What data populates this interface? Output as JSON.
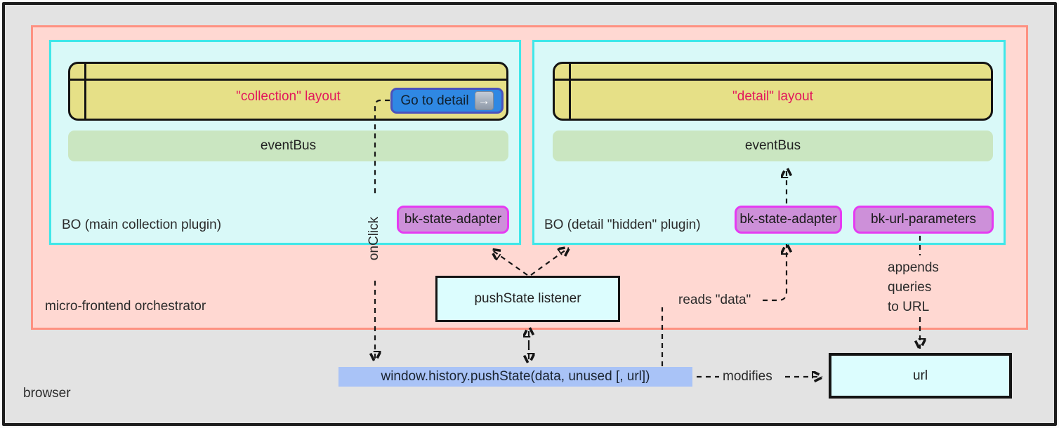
{
  "browser": {
    "label": "browser"
  },
  "orchestrator": {
    "label": "micro-frontend orchestrator"
  },
  "plugins": {
    "collection": {
      "bo_label": "BO (main collection plugin)",
      "layout_label": "\"collection\" layout",
      "event_bus": "eventBus",
      "adapter": "bk-state-adapter",
      "button_label": "Go to detail",
      "button_icon": "→"
    },
    "detail": {
      "bo_label": "BO (detail \"hidden\" plugin)",
      "layout_label": "\"detail\" layout",
      "event_bus": "eventBus",
      "adapter": "bk-state-adapter",
      "url_params": "bk-url-parameters"
    }
  },
  "nodes": {
    "pushstate_listener": "pushState listener",
    "pushstate_call": "window.history.pushState(data, unused [, url])",
    "url_box": "url"
  },
  "edge_labels": {
    "onclick": "onClick",
    "reads_data": "reads \"data\"",
    "modifies": "modifies",
    "appends": "appends\nqueries\nto URL"
  },
  "colors": {
    "browser_fill": "#e3e3e3",
    "orchestrator_fill": "#ffd8d2",
    "orchestrator_border": "#fe9181",
    "plugin_fill": "#d9f9f8",
    "plugin_border": "#3fe7e9",
    "layout_fill": "#e6e087",
    "layout_text": "#e2175c",
    "eventbus_fill": "#cae6c1",
    "adapter_fill": "#cd90d9",
    "adapter_border": "#e53bf2",
    "button_fill": "#2f88e3",
    "button_border": "#4a52bd",
    "pushstate_bar_fill": "#a9c3f7",
    "node_fill": "#dcfdfe",
    "arrow_color": "#161616"
  }
}
